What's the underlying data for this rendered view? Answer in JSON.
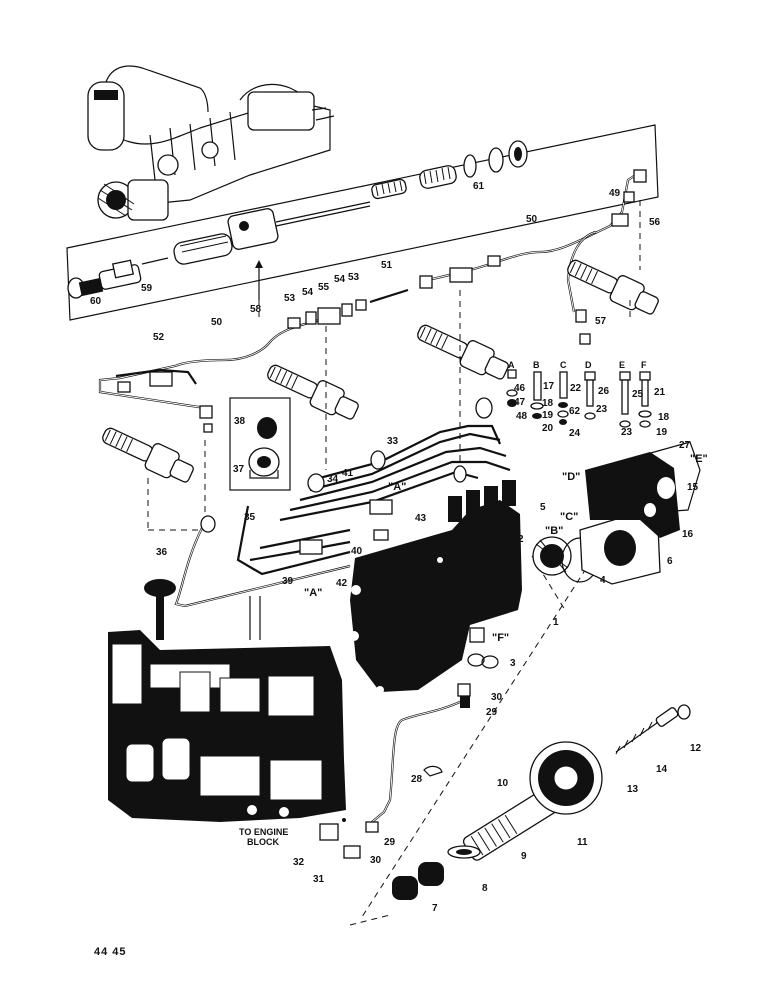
{
  "page_numbers": "44  45",
  "note_to_engine_block": "TO ENGINE\nBLOCK",
  "callouts": {
    "c1": "1",
    "c2": "2",
    "c3": "3",
    "c4": "4",
    "c5": "5",
    "c6": "6",
    "c7": "7",
    "c8": "8",
    "c9": "9",
    "c10": "10",
    "c11": "11",
    "c12": "12",
    "c13": "13",
    "c14": "14",
    "c15": "15",
    "c16": "16",
    "c17": "17",
    "c18a": "18",
    "c18b": "18",
    "c19a": "19",
    "c19b": "19",
    "c20": "20",
    "c21": "21",
    "c22": "22",
    "c23a": "23",
    "c23b": "23",
    "c24": "24",
    "c25": "25",
    "c26": "26",
    "c27": "27",
    "c28": "28",
    "c29a": "29",
    "c29b": "29",
    "c30a": "30",
    "c30b": "30",
    "c31": "31",
    "c32": "32",
    "c33": "33",
    "c34": "34",
    "c35": "35",
    "c36": "36",
    "c37": "37",
    "c38": "38",
    "c39": "39",
    "c40": "40",
    "c41": "41",
    "c42": "42",
    "c43": "43",
    "c46": "46",
    "c47": "47",
    "c48": "48",
    "c49": "49",
    "c50a": "50",
    "c50b": "50",
    "c51": "51",
    "c52": "52",
    "c53a": "53",
    "c53b": "53",
    "c54a": "54",
    "c54b": "54",
    "c55": "55",
    "c56": "56",
    "c57": "57",
    "c58": "58",
    "c59": "59",
    "c60": "60",
    "c61": "61",
    "c62": "62"
  },
  "letters": {
    "A": "A",
    "B": "B",
    "C": "C",
    "D": "D",
    "E": "E",
    "F": "F",
    "refA1": "\"A\"",
    "refA2": "\"A\"",
    "refB": "\"B\"",
    "refC": "\"C\"",
    "refD": "\"D\"",
    "refE": "\"E\"",
    "refF": "\"F\""
  }
}
